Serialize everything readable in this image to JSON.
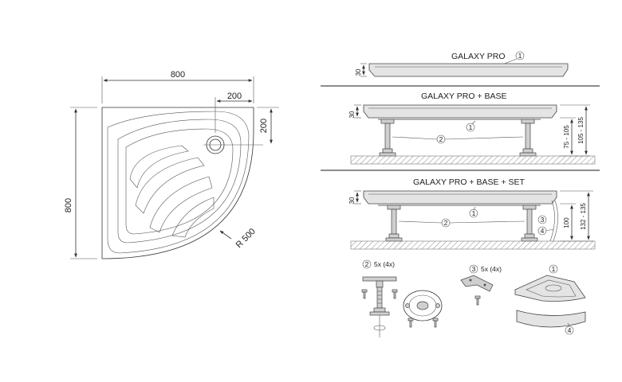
{
  "plan": {
    "width_dim": "800",
    "height_dim": "800",
    "drain_offset_x": "200",
    "drain_offset_y": "200",
    "radius": "R 500"
  },
  "section1": {
    "title": "GALAXY PRO",
    "thickness": "30",
    "callout_1": "1"
  },
  "section2": {
    "title": "GALAXY PRO + BASE",
    "thickness": "30",
    "leg_range": "75 - 105",
    "total_range": "105 - 135",
    "callout_1": "1",
    "callout_2": "2"
  },
  "section3": {
    "title": "GALAXY PRO + BASE + SET",
    "thickness": "30",
    "leg_height": "100",
    "total_range": "132 - 135",
    "callout_1": "1",
    "callout_2": "2",
    "callout_3": "3",
    "callout_4": "4"
  },
  "parts": {
    "leg_callout": "2",
    "leg_qty": "5x (4x)",
    "bracket_callout": "3",
    "bracket_qty": "5x (4x)",
    "tray_callout": "1",
    "panel_callout": "4"
  }
}
